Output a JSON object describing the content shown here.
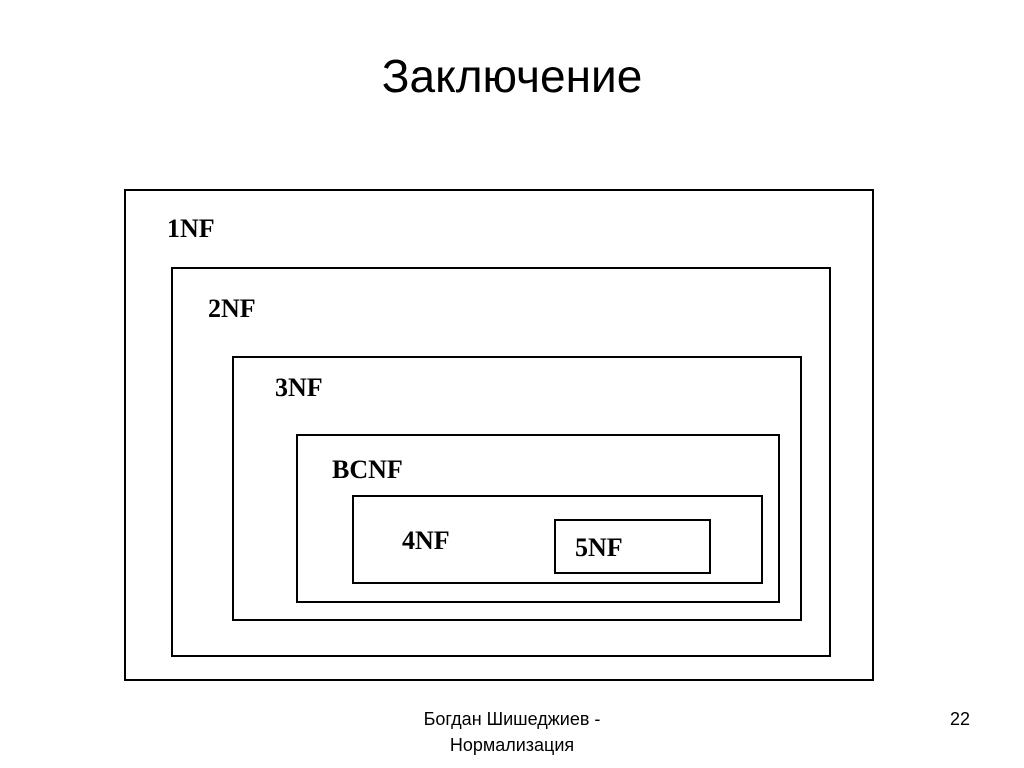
{
  "slide": {
    "title": "Заключение",
    "diagram": {
      "levels": [
        {
          "label": "1NF"
        },
        {
          "label": "2NF"
        },
        {
          "label": "3NF"
        },
        {
          "label": "BCNF"
        },
        {
          "label": "4NF"
        },
        {
          "label": "5NF"
        }
      ]
    },
    "footer": {
      "author_line": "Богдан Шишеджиев -",
      "topic_line": "Нормализация",
      "page_number": "22"
    }
  }
}
